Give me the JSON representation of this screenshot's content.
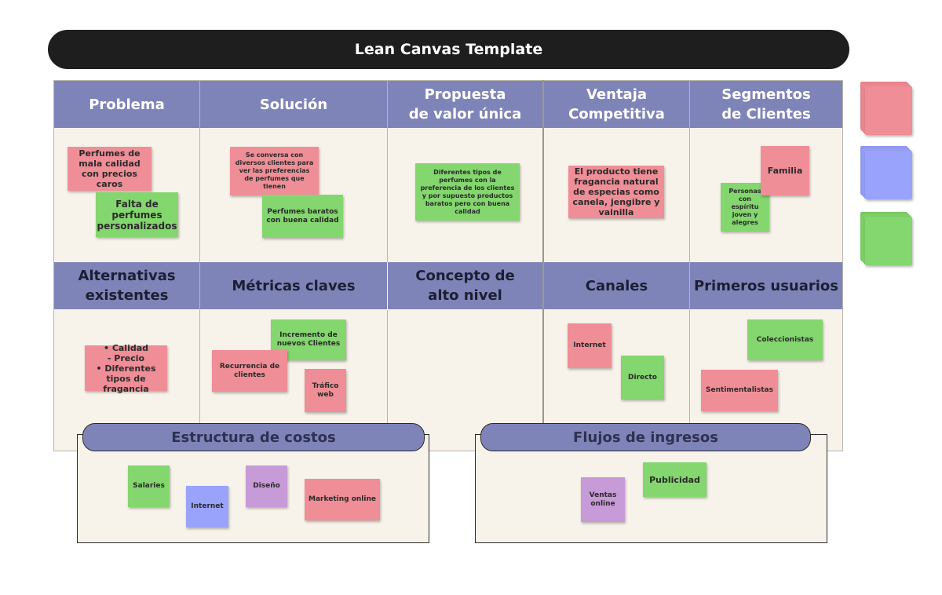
{
  "title": "Lean Canvas Template",
  "headers": {
    "problema": "Problema",
    "solucion": "Solución",
    "propuesta_1": "Propuesta",
    "propuesta_2": "de valor única",
    "ventaja_1": "Ventaja",
    "ventaja_2": "Competitiva",
    "segmentos_1": "Segmentos",
    "segmentos_2": "de Clientes",
    "alternativas_1": "Alternativas",
    "alternativas_2": "existentes",
    "metricas": "Métricas claves",
    "concepto_1": "Concepto de",
    "concepto_2": "alto nivel",
    "canales": "Canales",
    "primeros": "Primeros usuarios",
    "costos": "Estructura de costos",
    "ingresos": "Flujos de ingresos"
  },
  "notes": {
    "problema_1": "Perfumes de mala calidad con precios caros",
    "problema_2": "Falta de perfumes personalizados",
    "solucion_1": "Se conversa con diversos clientes para ver las preferencias de perfumes que tienen",
    "solucion_2": "Perfumes baratos con buena calidad",
    "propuesta_1": "Diferentes tipos de perfumes con la preferencia de los clientes y por supuesto productos baratos pero con buena calidad",
    "ventaja_1": "El producto tiene fragancia natural de especias como canela, jengibre y vainilla",
    "segmentos_1": "Familia",
    "segmentos_2": "Personas con espíritu joven y alegres",
    "alternativas_1": "• Calidad\n- Precio\n• Diferentes tipos de fragancia",
    "metricas_1": "Incremento de nuevos Clientes",
    "metricas_2": "Recurrencia de clientes",
    "metricas_3": "Tráfico web",
    "canales_1": "Internet",
    "canales_2": "Directo",
    "primeros_1": "Coleccionistas",
    "primeros_2": "Sentimentalistas",
    "costos_1": "Salaries",
    "costos_2": "Internet",
    "costos_3": "Diseño",
    "costos_4": "Marketing online",
    "ingresos_1": "Ventas online",
    "ingresos_2": "Publicidad"
  },
  "colors": {
    "pink": "#ef8e97",
    "green": "#84d66e",
    "purple": "#c79ad8",
    "blue": "#9aa3fb",
    "header": "#7f84b8",
    "cell_bg": "#f8f3ea",
    "title_bg": "#1e1e1e"
  }
}
